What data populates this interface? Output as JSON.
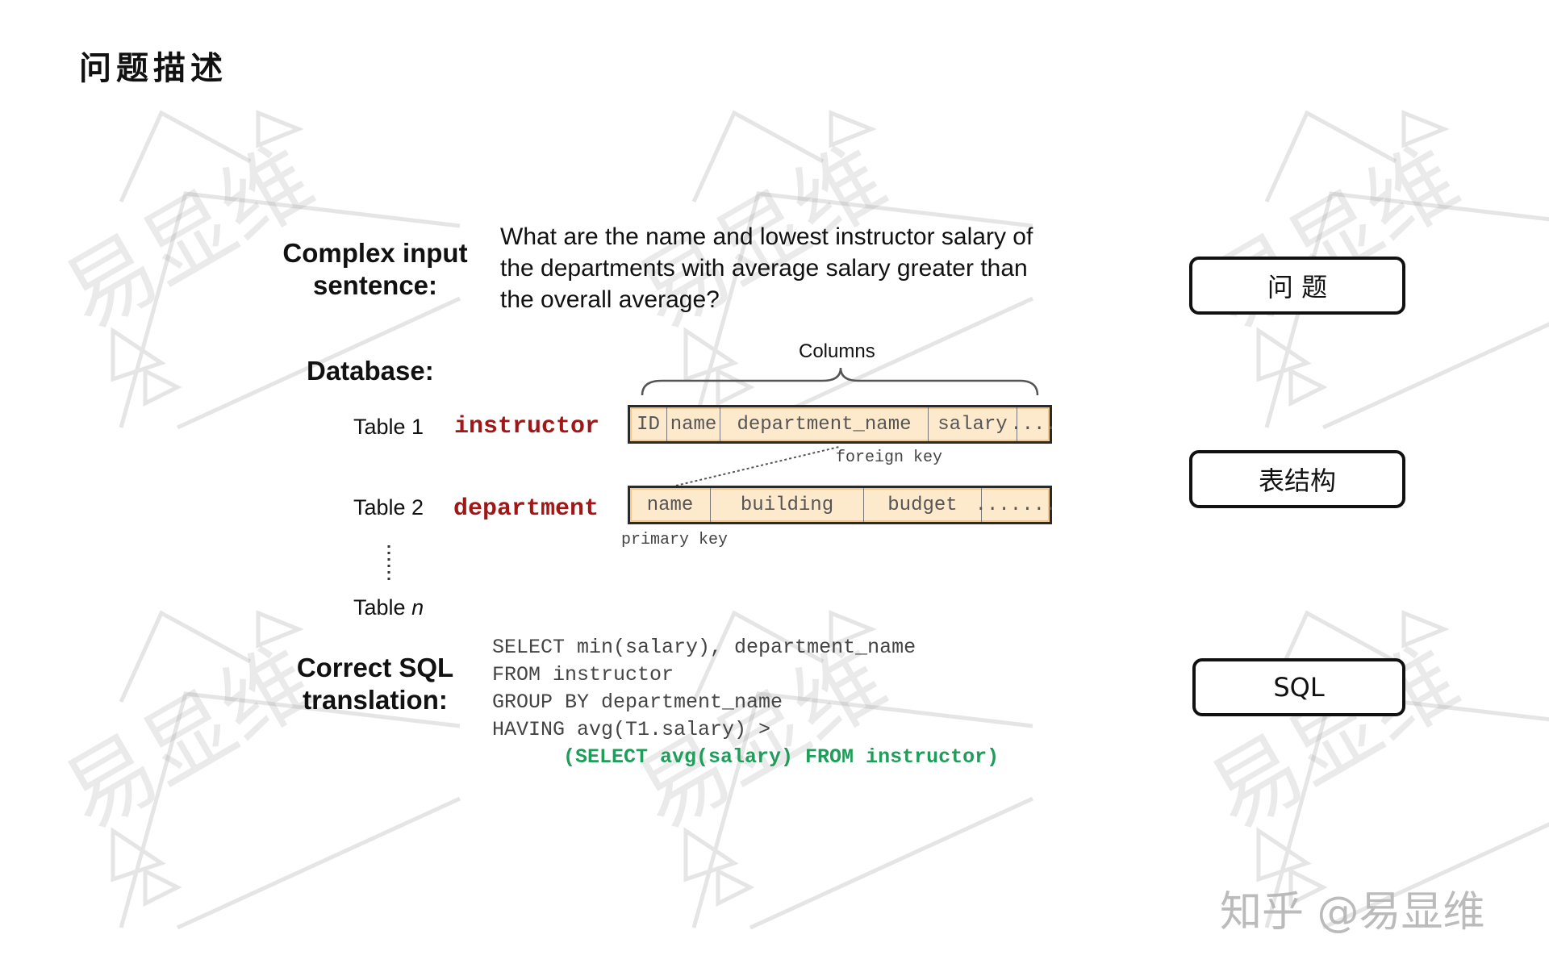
{
  "heading": "问题描述",
  "watermark": "易显维",
  "input_label": [
    "Complex input",
    "sentence:"
  ],
  "question_lines": [
    "What are the name and lowest instructor salary of",
    "the departments with average salary greater than",
    "the overall average?"
  ],
  "database_label": "Database:",
  "columns_label": "Columns",
  "tables": [
    {
      "label": "Table 1",
      "name": "instructor",
      "columns": [
        "ID",
        "name",
        "department_name",
        "salary",
        "...."
      ]
    },
    {
      "label": "Table 2",
      "name": "department",
      "columns": [
        "name",
        "building",
        "budget",
        "......."
      ]
    }
  ],
  "table_n": {
    "prefix": "Table ",
    "italic": "n"
  },
  "foreign_key_note": "foreign key",
  "primary_key_note": "primary key",
  "sql_label": [
    "Correct SQL",
    "translation:"
  ],
  "sql_lines": [
    "SELECT min(salary), department_name",
    "FROM instructor",
    "GROUP BY department_name",
    "HAVING avg(T1.salary) >"
  ],
  "sql_subquery": "(SELECT avg(salary) FROM instructor)",
  "tags": [
    "问 题",
    "表结构",
    "SQL"
  ],
  "credit": "知乎 @易显维",
  "colors": {
    "table_name": "#a11717",
    "subquery": "#1f9e5a",
    "schema_fill": "#fde9cc"
  }
}
